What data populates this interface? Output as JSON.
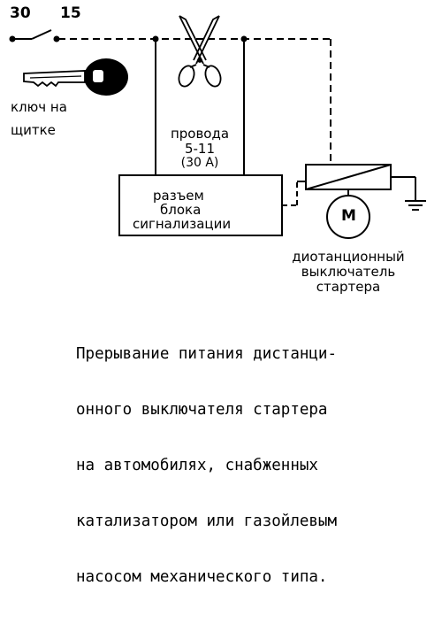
{
  "terminals": {
    "t30": "30",
    "t15": "15"
  },
  "key_label": {
    "line1": "ключ на",
    "line2": "щитке"
  },
  "wires_label": {
    "line1": "провода",
    "line2": "5-11",
    "line3": "(30 A)"
  },
  "connector_label": {
    "line1": "разъем",
    "line2": "блока",
    "line3": "сигнализации"
  },
  "motor_symbol": "М",
  "relay_label": {
    "line1": "диотанционный",
    "line2": "выключатель",
    "line3": "стартера"
  },
  "caption": [
    "Прерывание питания дистанци-",
    "онного выключателя стартера",
    "на автомобилях, снабженных",
    "катализатором или газойлевым",
    "насосом механического типа."
  ],
  "icons": {
    "key": "key-icon",
    "scissors": "scissors-icon",
    "ground": "ground-icon",
    "motor": "motor-icon"
  }
}
